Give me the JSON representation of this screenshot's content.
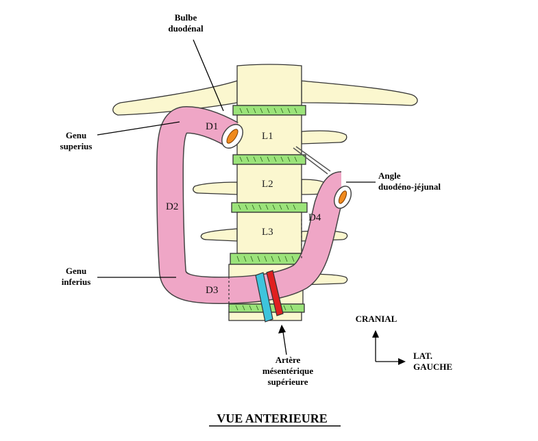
{
  "labels": {
    "bulbe_line1": "Bulbe",
    "bulbe_line2": "duodénal",
    "genu_sup_line1": "Genu",
    "genu_sup_line2": "superius",
    "genu_inf_line1": "Genu",
    "genu_inf_line2": "inferius",
    "angle_line1": "Angle",
    "angle_line2": "duodéno-jéjunal",
    "artere_line1": "Artère",
    "artere_line2": "mésentérique",
    "artere_line3": "supérieure",
    "cranial": "CRANIAL",
    "lat_line1": "LAT.",
    "lat_line2": "GAUCHE"
  },
  "segments": {
    "d1": "D1",
    "d2": "D2",
    "d3": "D3",
    "d4": "D4"
  },
  "vertebrae": {
    "l1": "L1",
    "l2": "L2",
    "l3": "L3"
  },
  "title": "VUE ANTERIEURE",
  "colors": {
    "bone": "#fbf7cf",
    "disc": "#9be37a",
    "duodenum": "#efa6c6",
    "lumen": "#f08a1e",
    "vein": "#3ec4dc",
    "artery": "#e02020"
  }
}
